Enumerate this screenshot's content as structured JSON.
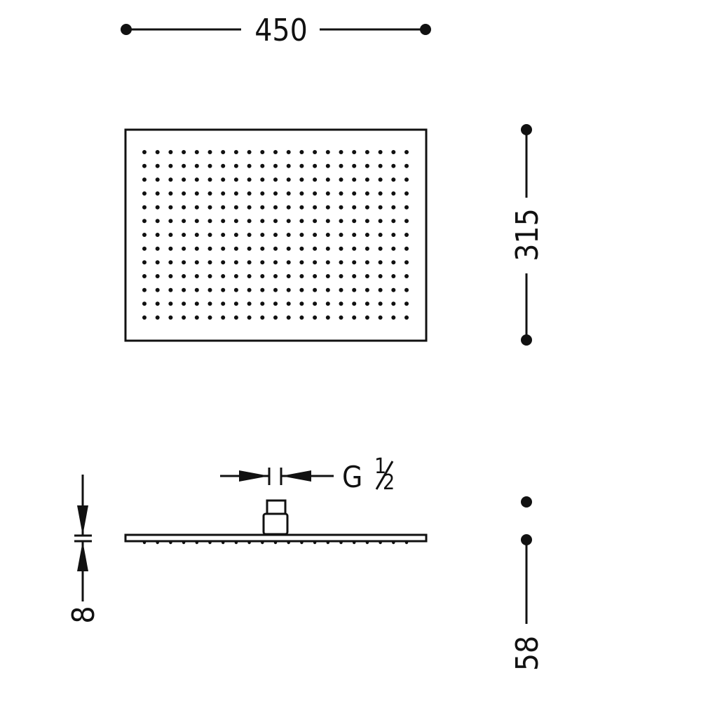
{
  "dimensions": {
    "width": "450",
    "depth": "315",
    "thickness": "8",
    "height": "58"
  },
  "connection": {
    "thread_prefix": "G",
    "thread_size": "1",
    "thread_fraction": "2"
  },
  "colors": {
    "line": "#111111",
    "background": "#ffffff"
  }
}
